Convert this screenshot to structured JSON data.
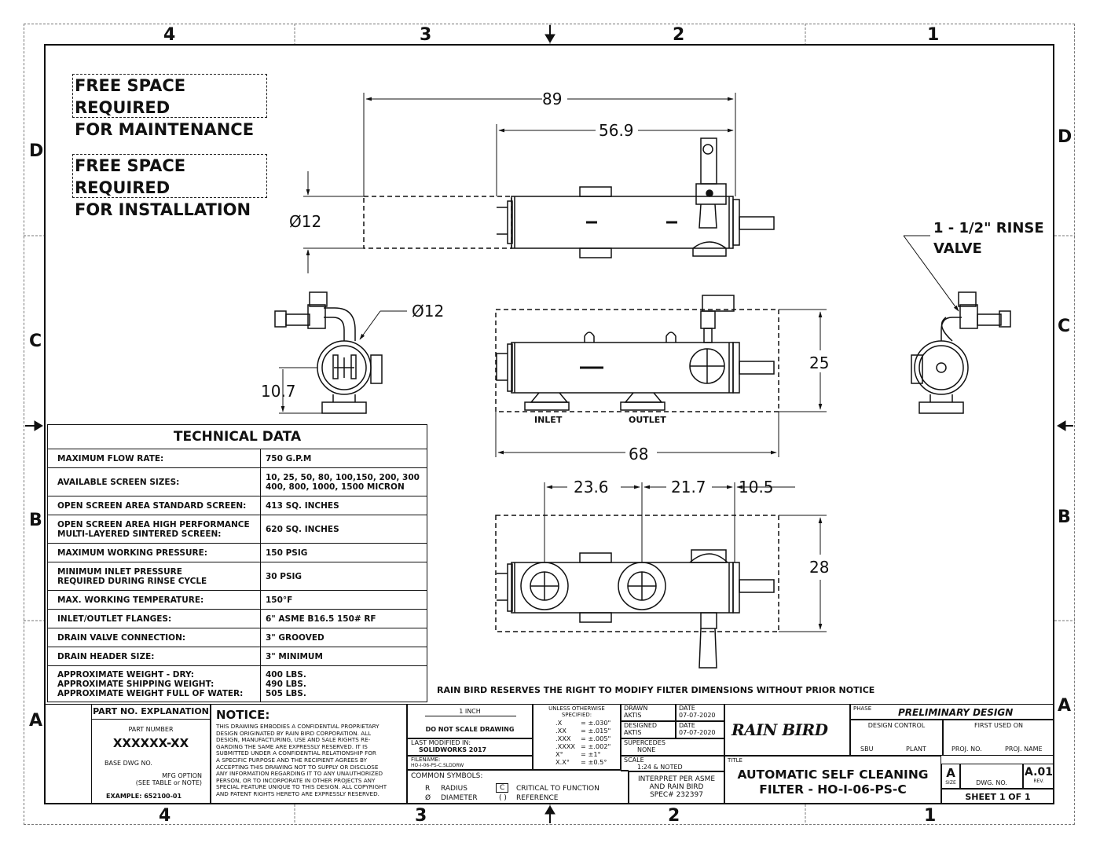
{
  "zones": {
    "top": [
      "4",
      "3",
      "2",
      "1"
    ],
    "bottom": [
      "4",
      "3",
      "2",
      "1"
    ],
    "left": [
      "D",
      "C",
      "B",
      "A"
    ],
    "right": [
      "D",
      "C",
      "B",
      "A"
    ]
  },
  "notes": {
    "maintenance": [
      "FREE SPACE REQUIRED",
      "FOR MAINTENANCE"
    ],
    "installation": [
      "FREE SPACE REQUIRED",
      "FOR INSTALLATION"
    ]
  },
  "dimensions": {
    "top_total": "89",
    "top_body": "56.9",
    "top_dia": "Ø12",
    "side_dia": "Ø12",
    "side_height": "10.7",
    "front_height": "25",
    "front_length": "68",
    "bottom_a": "23.6",
    "bottom_b": "21.7",
    "bottom_c": "10.5",
    "bottom_depth": "28"
  },
  "callouts": {
    "rinse_valve": [
      "1 - 1/2\" RINSE",
      "VALVE"
    ],
    "inlet": "INLET",
    "outlet": "OUTLET"
  },
  "technical_data": {
    "title": "TECHNICAL DATA",
    "rows": [
      {
        "label": [
          "MAXIMUM FLOW RATE:"
        ],
        "value": [
          "750 G.P.M"
        ]
      },
      {
        "label": [
          "AVAILABLE SCREEN SIZES:"
        ],
        "value": [
          "10, 25, 50, 80, 100,150, 200, 300",
          "400, 800, 1000, 1500 MICRON"
        ]
      },
      {
        "label": [
          "OPEN SCREEN AREA STANDARD SCREEN:"
        ],
        "value": [
          "413 SQ. INCHES"
        ]
      },
      {
        "label": [
          "OPEN SCREEN AREA HIGH PERFORMANCE",
          "MULTI-LAYERED SINTERED SCREEN:"
        ],
        "value": [
          "620 SQ. INCHES"
        ]
      },
      {
        "label": [
          "MAXIMUM WORKING PRESSURE:"
        ],
        "value": [
          "150 PSIG"
        ]
      },
      {
        "label": [
          "MINIMUM INLET PRESSURE",
          "REQUIRED DURING RINSE CYCLE"
        ],
        "value": [
          "30 PSIG"
        ]
      },
      {
        "label": [
          "MAX. WORKING TEMPERATURE:"
        ],
        "value": [
          "150°F"
        ]
      },
      {
        "label": [
          "INLET/OUTLET FLANGES:"
        ],
        "value": [
          "6\" ASME B16.5 150# RF"
        ]
      },
      {
        "label": [
          "DRAIN VALVE CONNECTION:"
        ],
        "value": [
          "3\" GROOVED"
        ]
      },
      {
        "label": [
          "DRAIN HEADER SIZE:"
        ],
        "value": [
          "3\" MINIMUM"
        ]
      },
      {
        "label": [
          "APPROXIMATE WEIGHT - DRY:",
          "APPROXIMATE SHIPPING WEIGHT:",
          "APPROXIMATE  WEIGHT FULL OF WATER:"
        ],
        "value": [
          "400 LBS.",
          "490 LBS.",
          "505 LBS."
        ]
      }
    ]
  },
  "disclaimer": "RAIN BIRD RESERVES THE RIGHT TO MODIFY FILTER DIMENSIONS WITHOUT PRIOR NOTICE",
  "title_block": {
    "part_no": {
      "heading": "PART NO. EXPLANATION",
      "label": "PART NUMBER",
      "number": "XXXXXX-XX",
      "base": "BASE DWG NO.",
      "mfg": [
        "MFG OPTION",
        "(SEE TABLE or NOTE)"
      ],
      "example": "EXAMPLE: 652100-01"
    },
    "notice": {
      "heading": "NOTICE:",
      "lines": [
        "THIS DRAWING EMBODIES A CONFIDENTIAL PROPRIETARY",
        "DESIGN ORIGINATED BY RAIN BIRD CORPORATION. ALL",
        "DESIGN, MANUFACTURING, USE AND SALE RIGHTS RE-",
        "GARDING THE SAME ARE EXPRESSLY RESERVED. IT IS",
        "SUBMITTED UNDER A CONFIDENTIAL RELATIONSHIP FOR",
        "A SPECIFIC PURPOSE AND THE RECIPIENT AGREES BY",
        "ACCEPTING THIS DRAWING NOT TO SUPPLY OR DISCLOSE",
        "ANY INFORMATION REGARDING IT TO ANY UNAUTHORIZED",
        "PERSON, OR TO INCORPORATE IN OTHER PROJECTS ANY",
        "SPECIAL FEATURE UNIQUE TO THIS DESIGN. ALL COPYRIGHT",
        "AND PATENT RIGHTS HERETO ARE EXPRESSLY RESERVED."
      ]
    },
    "scale_inch": "1 INCH",
    "do_not_scale": "DO NOT SCALE DRAWING",
    "last_modified_label": "LAST MODIFIED IN:",
    "last_modified": "SOLIDWORKS 2017",
    "filename_label": "FILENAME:",
    "filename": "HO-I-06-PS-C.SLDDRW",
    "common_symbols_label": "COMMON SYMBOLS:",
    "symbols": {
      "r": "R",
      "radius": "RADIUS",
      "dia": "Ø",
      "diameter": "DIAMETER",
      "crit_sym": "C",
      "critical": "CRITICAL TO FUNCTION",
      "ref_sym": "( )",
      "reference": "REFERENCE"
    },
    "tolerances": {
      "heading": [
        "UNLESS OTHERWISE",
        "SPECIFIED:"
      ],
      "rows": [
        [
          ".X",
          "= ±.030\""
        ],
        [
          ".XX",
          "= ±.015\""
        ],
        [
          ".XXX",
          "= ±.005\""
        ],
        [
          ".XXXX",
          "= ±.002\""
        ],
        [
          "X°",
          "= ±1°"
        ],
        [
          "X.X°",
          "= ±0.5°"
        ]
      ]
    },
    "drawn_label": "DRAWN",
    "drawn_by": "AKTIS",
    "drawn_date_label": "DATE",
    "drawn_date": "07-07-2020",
    "designed_label": "DESIGNED",
    "designed_by": "AKTIS",
    "designed_date_label": "DATE",
    "designed_date": "07-07-2020",
    "supercedes_label": "SUPERCEDES",
    "supercedes": "NONE",
    "scale_label": "SCALE",
    "scale": "1:24 & NOTED",
    "interpret": [
      "INTERPRET PER ASME",
      "AND RAIN BIRD",
      "SPEC# 232397"
    ],
    "logo": "RAIN BIRD",
    "phase_label": "PHASE",
    "phase": "PRELIMINARY DESIGN",
    "design_control": "DESIGN CONTROL",
    "first_used": "FIRST USED ON",
    "sbu": "SBU",
    "plant": "PLANT",
    "proj_no": "PROJ. NO.",
    "proj_name": "PROJ. NAME",
    "title_label": "TITLE",
    "title": [
      "AUTOMATIC SELF CLEANING",
      "FILTER - HO-I-06-PS-C"
    ],
    "size_val": "A",
    "size_label": "SIZE",
    "dwg_label": "DWG. NO.",
    "rev_val": "A.01",
    "rev_label": "REV.",
    "sheet": "SHEET  1  OF  1"
  },
  "colors": {
    "ink": "#111111",
    "logo_red": "#c8102e"
  }
}
